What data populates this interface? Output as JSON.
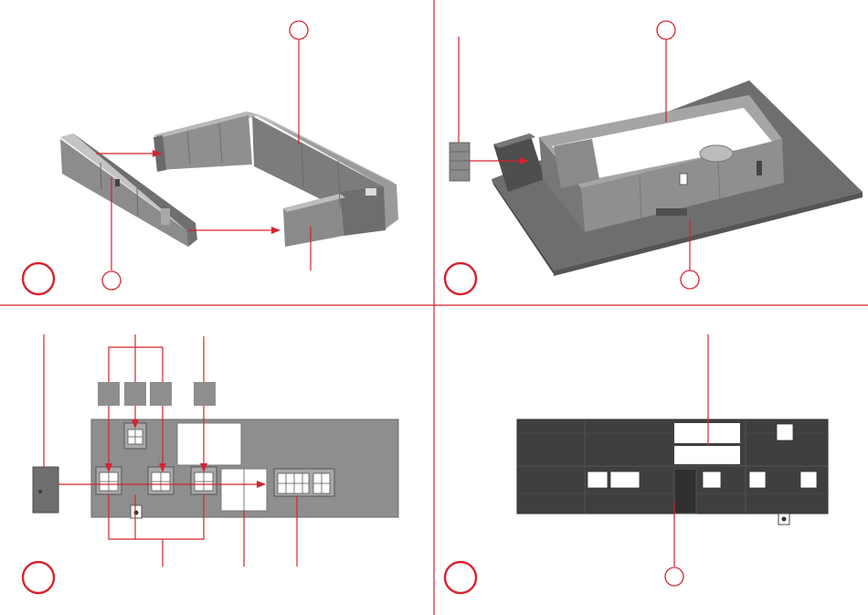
{
  "colors": {
    "accent": "#d6232f",
    "model_grey": "#8e8e8e",
    "model_dark": "#555555",
    "panel_dark": "#3f3f3f",
    "window_white": "#ffffff"
  },
  "panels": [
    {
      "id": "panel-1",
      "step_label": ""
    },
    {
      "id": "panel-2",
      "step_label": ""
    },
    {
      "id": "panel-3",
      "step_label": ""
    },
    {
      "id": "panel-4",
      "step_label": ""
    }
  ]
}
